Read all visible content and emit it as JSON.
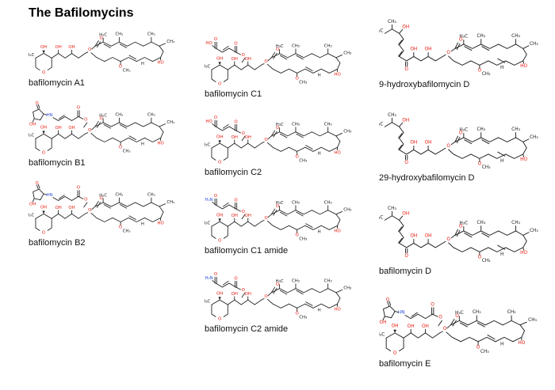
{
  "title": "The Bafilomycins",
  "colors": {
    "bond": "#1a1a1a",
    "oxygen": "#e8190f",
    "nitrogen": "#3050dc"
  },
  "atom_labels": {
    "o": "O",
    "oh": "OH",
    "ho": "HO",
    "h": "H",
    "h3c": "H₃C",
    "ch3": "CH₃",
    "h2n": "H₂N",
    "hn": "HN"
  },
  "columns": [
    {
      "compounds": [
        {
          "label": "bafilomycin A1",
          "structure": "macrolide"
        },
        {
          "label": "bafilomycin B1",
          "structure": "macrolide-cyclopentenone-fumarate"
        },
        {
          "label": "bafilomycin B2",
          "structure": "macrolide-cyclopentenone-fumarate"
        }
      ]
    },
    {
      "compounds": [
        {
          "label": "bafilomycin C1",
          "structure": "macrolide-fumarate-acid"
        },
        {
          "label": "bafilomycin C2",
          "structure": "macrolide-fumarate-acid"
        },
        {
          "label": "bafilomycin C1 amide",
          "structure": "macrolide-fumarate-amide"
        },
        {
          "label": "bafilomycin C2 amide",
          "structure": "macrolide-fumarate-amide"
        }
      ]
    },
    {
      "compounds": [
        {
          "label": "9-hydroxybafilomycin D",
          "structure": "seco-macrolide"
        },
        {
          "label": "29-hydroxybafilomycin D",
          "structure": "seco-macrolide"
        },
        {
          "label": "bafilomycin D",
          "structure": "seco-macrolide"
        },
        {
          "label": "bafilomycin E",
          "structure": "macrolide-cyclopentenone-fumarate"
        }
      ]
    }
  ]
}
